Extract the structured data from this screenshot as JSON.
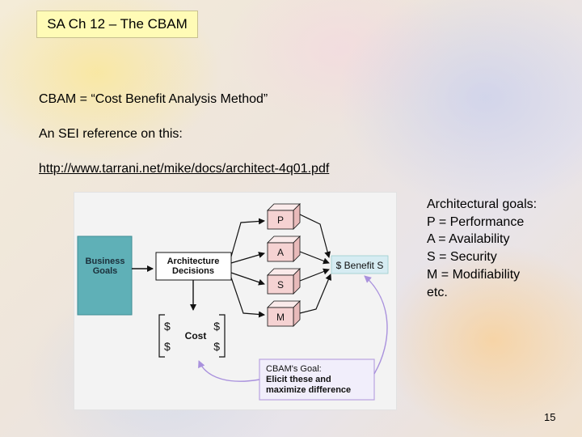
{
  "title": "SA Ch 12 – The CBAM",
  "lines": {
    "definition": "CBAM = “Cost Benefit Analysis Method”",
    "reference": "An SEI reference on this:",
    "url": "http://www.tarrani.net/mike/docs/architect-4q01.pdf"
  },
  "diagram": {
    "business_goals": [
      "Business",
      "Goals"
    ],
    "architecture_decisions": [
      "Architecture",
      "Decisions"
    ],
    "quality_boxes": [
      "P",
      "A",
      "S",
      "M"
    ],
    "benefit": "$ Benefit S",
    "cost": "Cost",
    "dollar": "$",
    "goal": [
      "CBAM's Goal:",
      "Elicit these and",
      "maximize difference"
    ]
  },
  "goals": {
    "heading": "Architectural goals:",
    "items": [
      "P = Performance",
      "A = Availability",
      "S = Security",
      "M = Modifiability",
      "etc."
    ]
  },
  "page_number": "15",
  "colors": {
    "title_bg": "#fffbb6",
    "business_goals_fill": "#5fb0b7",
    "quality_box_fill": "#f5d2d2",
    "benefit_fill": "#d6ecf2",
    "goal_border": "#b9a3e0",
    "curve_stroke": "#a991dd"
  }
}
